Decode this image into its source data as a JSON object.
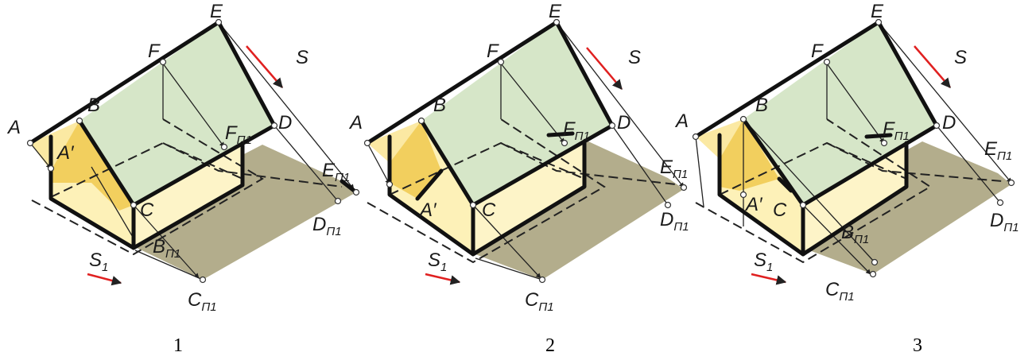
{
  "figures": [
    {
      "number": "1",
      "points": {
        "A": "A",
        "A_prime": "A′",
        "B": "B",
        "C": "C",
        "D": "D",
        "E": "E",
        "F": "F",
        "F_p": "F",
        "E_p": "E",
        "D_p": "D",
        "C_p": "C",
        "B_p": "B",
        "p_sub": "П1"
      },
      "direction": {
        "S": "S",
        "S1": "S",
        "s1_sub": "1"
      }
    },
    {
      "number": "2",
      "points": {
        "A": "A",
        "A_prime": "A′",
        "B": "B",
        "C": "C",
        "D": "D",
        "E": "E",
        "F": "F",
        "F_p": "F",
        "E_p": "E",
        "D_p": "D",
        "C_p": "C",
        "p_sub": "П1"
      },
      "direction": {
        "S": "S",
        "S1": "S",
        "s1_sub": "1"
      }
    },
    {
      "number": "3",
      "points": {
        "A": "A",
        "A_prime": "A′",
        "B": "B",
        "C": "C",
        "D": "D",
        "E": "E",
        "F": "F",
        "F_p": "F",
        "E_p": "E",
        "D_p": "D",
        "C_p": "C",
        "B_p": "B",
        "p_sub": "П1"
      },
      "direction": {
        "S": "S",
        "S1": "S",
        "s1_sub": "1"
      }
    }
  ],
  "colors": {
    "roof_face": "#d6e6c8",
    "wall_front": "#fdf4c8",
    "wall_side": "#fbe9a3",
    "shadow_wall": "#f2cf5e",
    "shadow_ground": "#b3ad8c",
    "arrow": "#e02020",
    "outline": "#111111"
  }
}
